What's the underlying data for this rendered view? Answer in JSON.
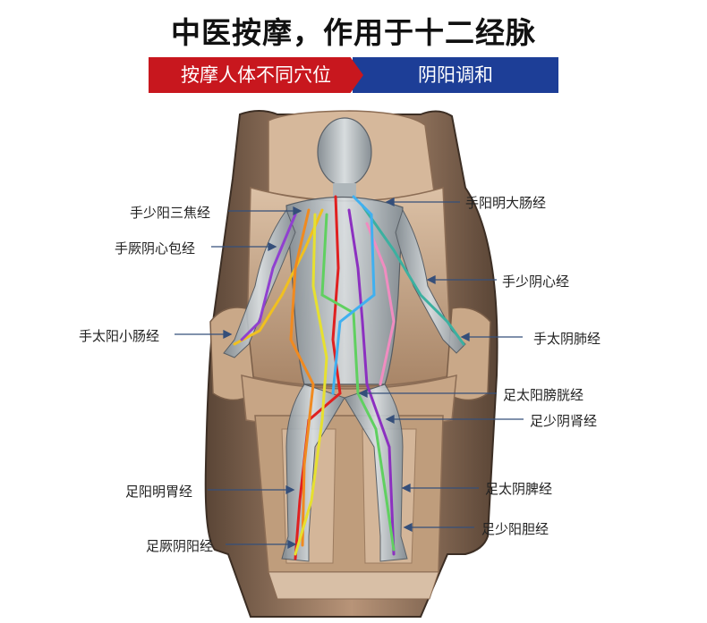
{
  "title": "中医按摩，作用于十二经脉",
  "banner": {
    "left": "按摩人体不同穴位",
    "right": "阴阳调和",
    "left_color": "#c8171e",
    "right_color": "#1d3e97"
  },
  "meridians": {
    "shaoyang_sanjiao": "手少阳三焦经",
    "jueyin_xinbao": "手厥阴心包经",
    "taiyang_xiaochang": "手太阳小肠经",
    "yangming_wei": "足阳明胃经",
    "jueyin_gan": "足厥阴阳经",
    "yangming_dachang": "手阳明大肠经",
    "shaoyin_xin": "手少阴心经",
    "taiyin_fei": "手太阴肺经",
    "taiyang_pangguang": "足太阳膀胱经",
    "shaoyin_shen": "足少阴肾经",
    "taiyin_pi": "足太阴脾经",
    "shaoyang_dan": "足少阳胆经"
  }
}
